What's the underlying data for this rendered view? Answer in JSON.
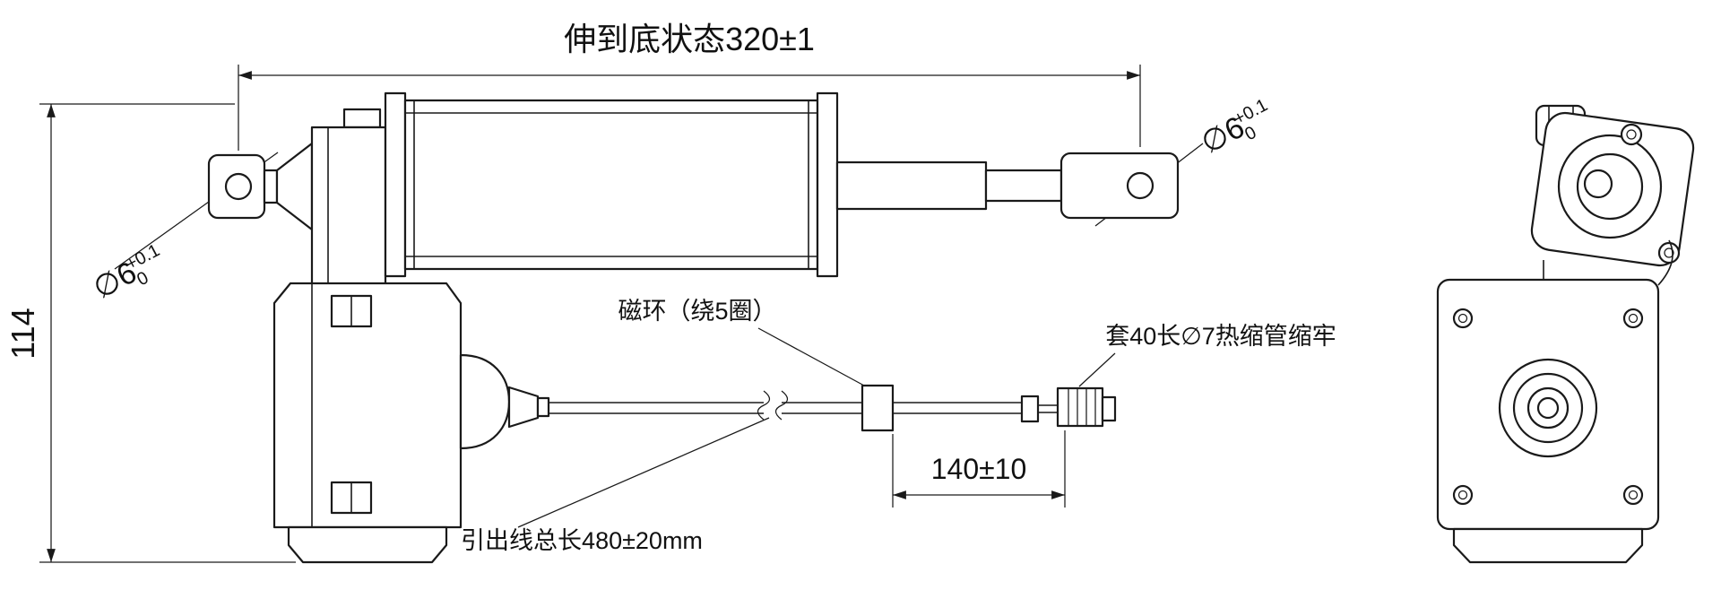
{
  "drawing": {
    "background": "#ffffff",
    "line_color": "#1a1a1a",
    "dimensions": {
      "overall_length": "伸到底状态320±1",
      "height": "114",
      "wire_segment": "140±10"
    },
    "labels": {
      "left_hole_diameter": "∅6",
      "left_hole_tol_upper": "+0.1",
      "left_hole_tol_lower": "0",
      "right_hole_diameter": "∅6",
      "right_hole_tol_upper": "+0.1",
      "right_hole_tol_lower": "0",
      "magnet_ring": "磁环（绕5圈）",
      "heat_shrink": "套40长∅7热缩管缩牢",
      "wire_length": "引出线总长480±20mm"
    }
  }
}
